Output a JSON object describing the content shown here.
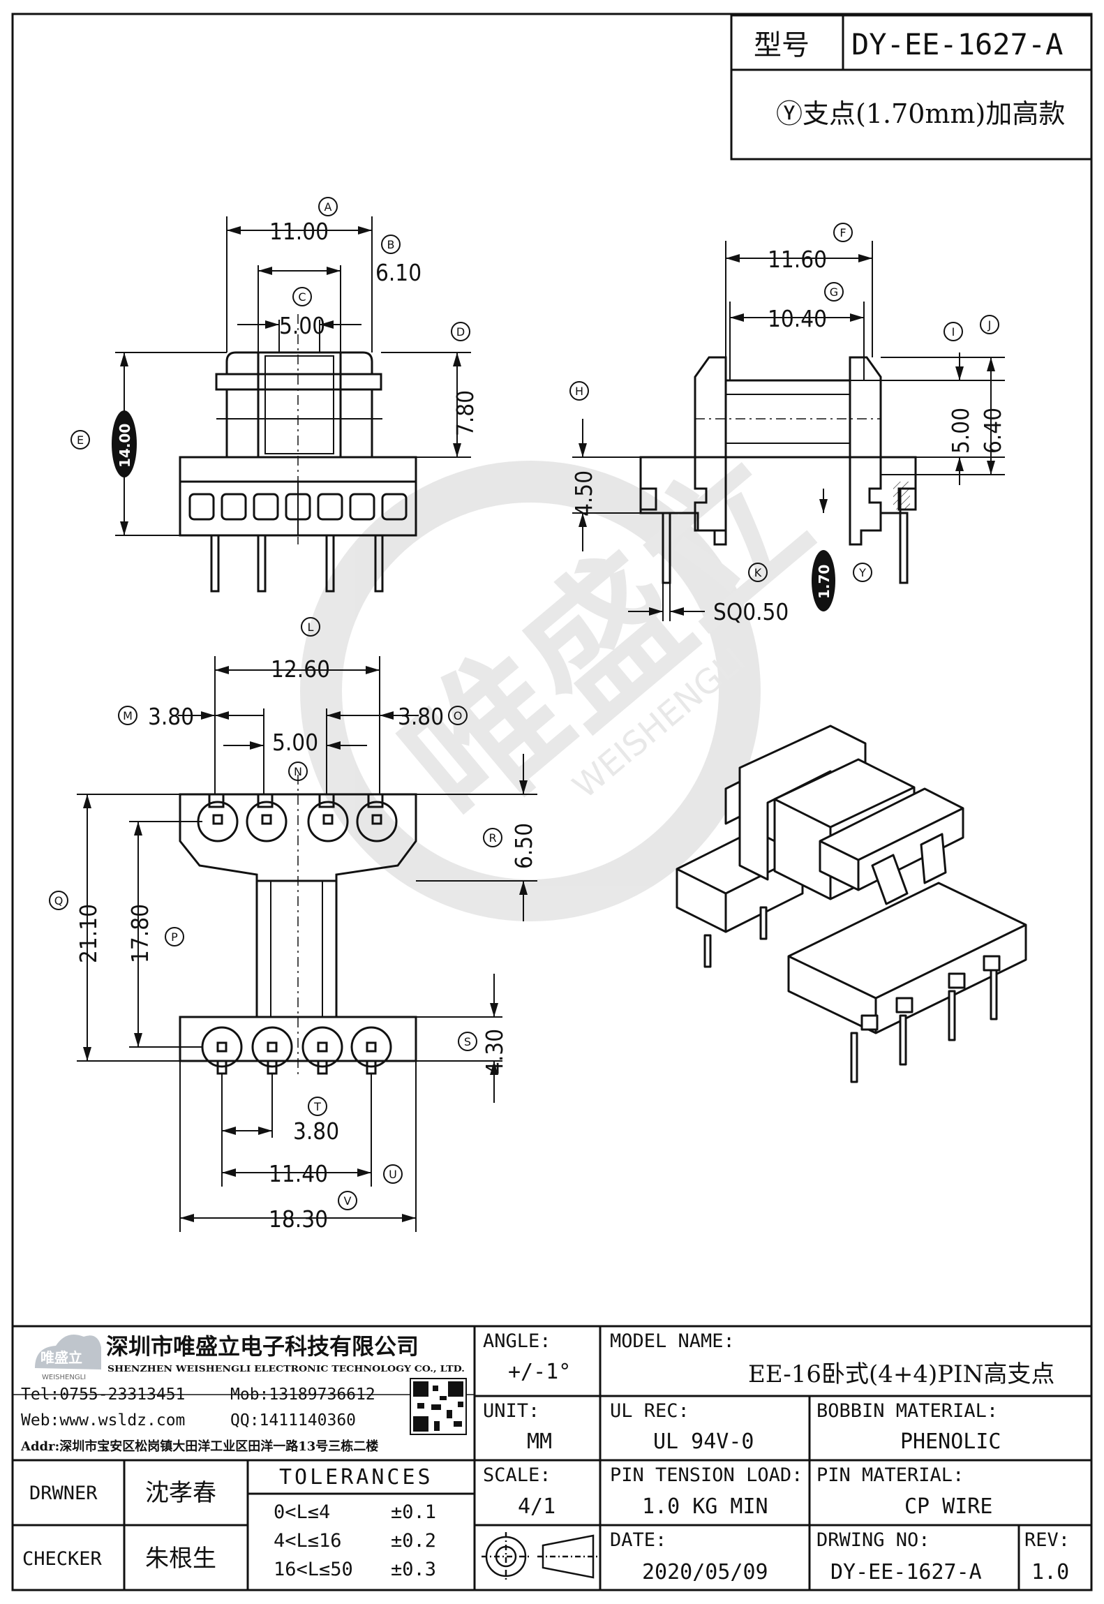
{
  "header": {
    "model_label": "型号",
    "model_value": "DY-EE-1627-A",
    "note": "Ⓨ支点(1.70mm)加高款"
  },
  "dimensions": {
    "A": "11.00",
    "B": "6.10",
    "C": "5.00",
    "D": "7.80",
    "E": "14.00",
    "F": "11.60",
    "G": "10.40",
    "H": "4.50",
    "I": "5.00",
    "J": "6.40",
    "K": "SQ0.50",
    "Y": "1.70",
    "L": "12.60",
    "M": "3.80",
    "N": "5.00",
    "O": "3.80",
    "P": "17.80",
    "Q": "21.10",
    "R": "6.50",
    "S": "4.30",
    "T": "3.80",
    "U": "11.40",
    "V": "18.30"
  },
  "dimension_tags": [
    "A",
    "B",
    "C",
    "D",
    "E",
    "F",
    "G",
    "H",
    "I",
    "J",
    "K",
    "Y",
    "L",
    "M",
    "N",
    "O",
    "P",
    "Q",
    "R",
    "S",
    "T",
    "U",
    "V"
  ],
  "watermark": {
    "brand_cn": "唯盛立",
    "brand_en": "WEISHENGLI"
  },
  "title_block": {
    "company_cn": "深圳市唯盛立电子科技有限公司",
    "company_en": "SHENZHEN WEISHENGLI ELECTRONIC TECHNOLOGY CO., LTD.",
    "logo_cn": "唯盛立",
    "logo_en": "WEISHENGLI",
    "tel": "Tel:0755-23313451",
    "mob": "Mob:13189736612",
    "web": "Web:www.wsldz.com",
    "qq": "QQ:1411140360",
    "addr": "Addr:深圳市宝安区松岗镇大田洋工业区田洋一路13号三栋二楼",
    "angle_label": "ANGLE:",
    "angle_value": "+/-1°",
    "model_name_label": "MODEL NAME:",
    "model_name_value": "EE-16卧式(4+4)PIN高支点",
    "unit_label": "UNIT:",
    "unit_value": "MM",
    "ul_label": "UL REC:",
    "ul_value": "UL 94V-0",
    "bobbin_label": "BOBBIN MATERIAL:",
    "bobbin_value": "PHENOLIC",
    "drawer_label": "DRWNER",
    "drawer_value": "沈孝春",
    "tolerances_label": "TOLERANCES",
    "scale_label": "SCALE:",
    "scale_value": "4/1",
    "pin_tension_label": "PIN TENSION LOAD:",
    "pin_tension_value": "1.0 KG MIN",
    "pin_material_label": "PIN MATERIAL:",
    "pin_material_value": "CP WIRE",
    "checker_label": "CHECKER",
    "checker_value": "朱根生",
    "tol_rows": [
      {
        "range": "0<L≤4",
        "value": "±0.1"
      },
      {
        "range": "4<L≤16",
        "value": "±0.2"
      },
      {
        "range": "16<L≤50",
        "value": "±0.3"
      }
    ],
    "date_label": "DATE:",
    "date_value": "2020/05/09",
    "drawing_no_label": "DRWING NO:",
    "drawing_no_value": "DY-EE-1627-A",
    "rev_label": "REV:",
    "rev_value": "1.0"
  }
}
